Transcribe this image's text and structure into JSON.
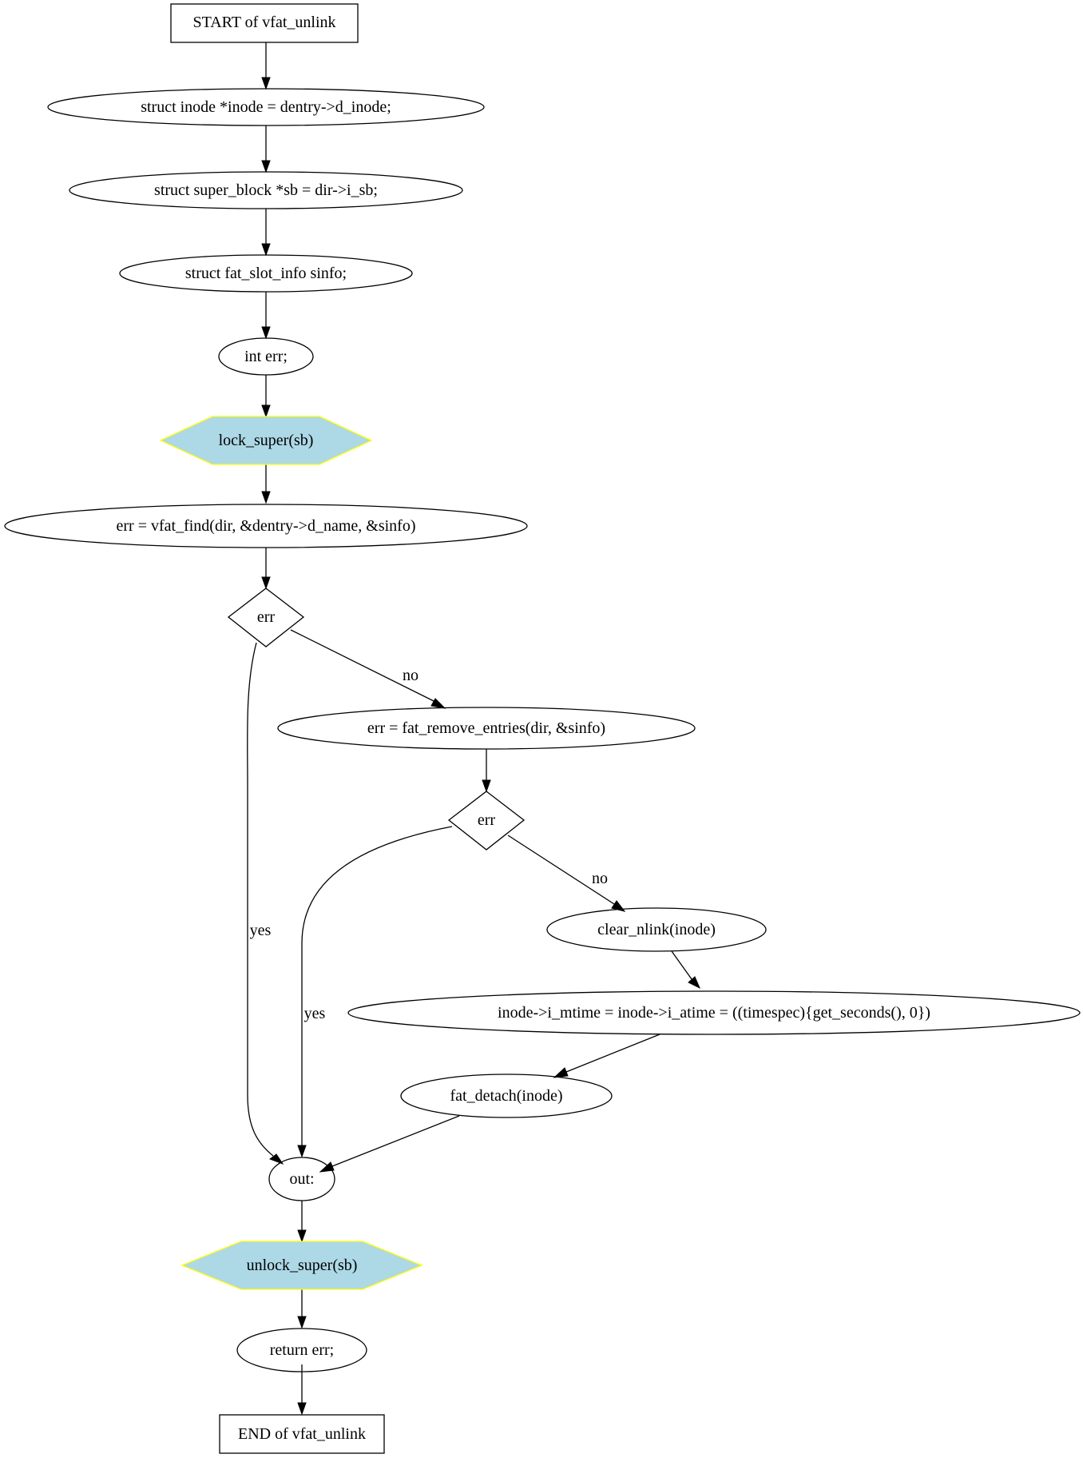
{
  "nodes": {
    "start": "START of vfat_unlink",
    "inode_decl": "struct inode *inode = dentry->d_inode;",
    "sb_decl": "struct super_block *sb = dir->i_sb;",
    "sinfo_decl": "struct fat_slot_info sinfo;",
    "err_decl": "int err;",
    "lock_super": "lock_super(sb)",
    "vfat_find": "err = vfat_find(dir, &dentry->d_name, &sinfo)",
    "err_check_1": "err",
    "remove_entries": "err = fat_remove_entries(dir, &sinfo)",
    "err_check_2": "err",
    "clear_nlink": "clear_nlink(inode)",
    "set_times": "inode->i_mtime = inode->i_atime = ((timespec){get_seconds(), 0})",
    "fat_detach": "fat_detach(inode)",
    "out_label": "out:",
    "unlock_super": "unlock_super(sb)",
    "return_err": "return err;",
    "end": "END of vfat_unlink"
  },
  "edges": {
    "err1_no": "no",
    "err1_yes": "yes",
    "err2_no": "no",
    "err2_yes": "yes"
  },
  "colors": {
    "hexagon_fill": "#add8e6",
    "hexagon_stroke": "#ffff00",
    "line": "#000000"
  }
}
